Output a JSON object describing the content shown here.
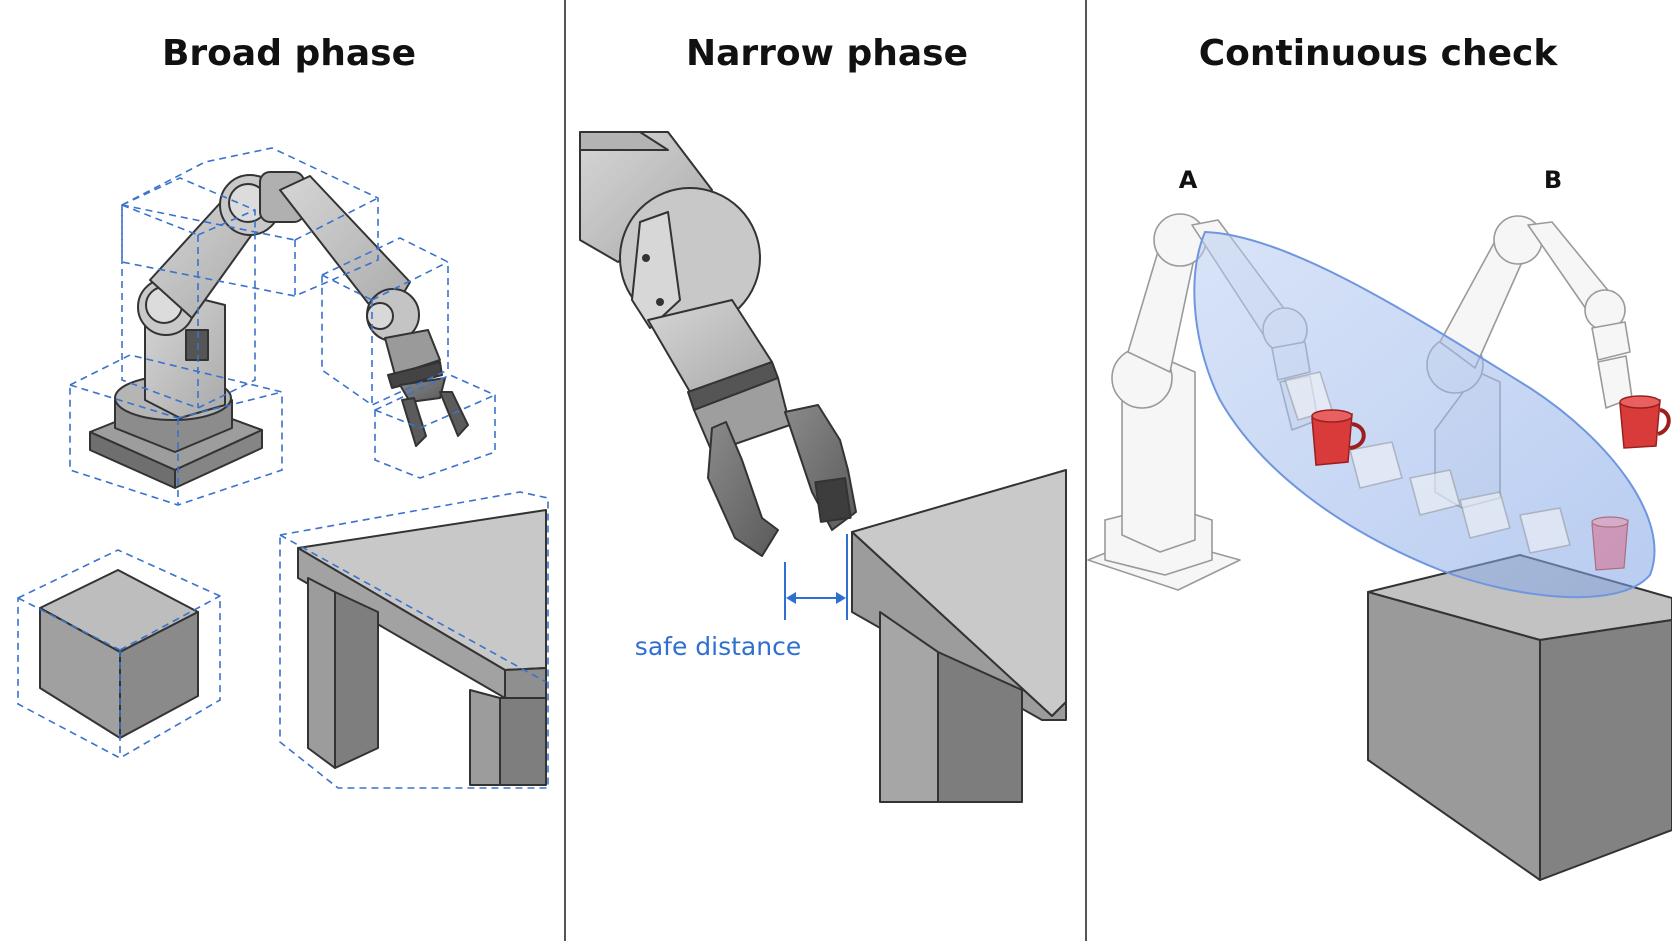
{
  "panels": {
    "broad": {
      "title": "Broad phase"
    },
    "narrow": {
      "title": "Narrow phase",
      "distance_label": "safe distance"
    },
    "continuous": {
      "title": "Continuous check",
      "start_label": "A",
      "end_label": "B"
    }
  },
  "colors": {
    "bounding_box": "#3a72cc",
    "swept_volume": "#8fb0e8",
    "cup": "#d93a3a",
    "distance_marker": "#2f6fd0",
    "divider": "#555555"
  }
}
